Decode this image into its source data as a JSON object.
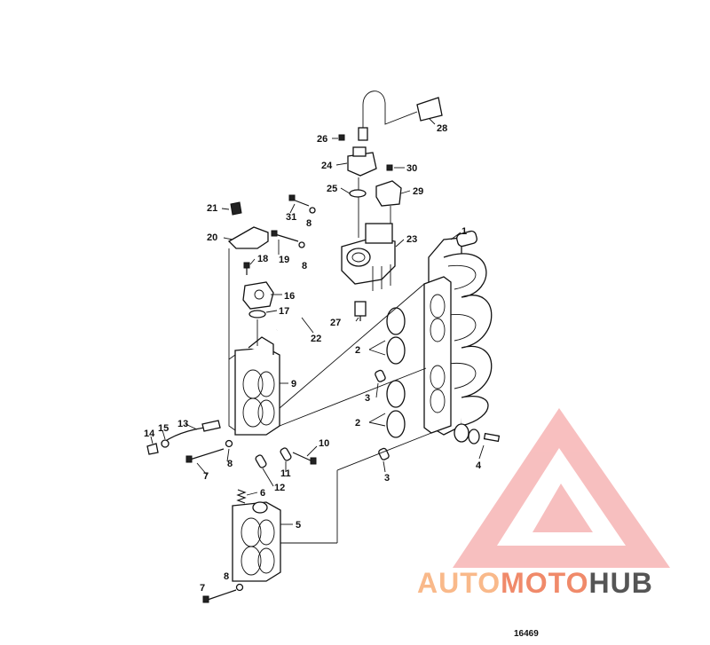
{
  "callouts": [
    "1",
    "2",
    "3",
    "4",
    "5",
    "6",
    "7",
    "8",
    "9",
    "10",
    "11",
    "12",
    "13",
    "14",
    "15",
    "16",
    "17",
    "18",
    "19",
    "20",
    "21",
    "22",
    "23",
    "24",
    "25",
    "26",
    "27",
    "28",
    "29",
    "30",
    "31"
  ],
  "figure_number": "16469",
  "watermark": {
    "part1": "AUTO",
    "part2": "MOTO",
    "part3": "HUB",
    "color_light": "#f9b98a",
    "color_mid": "#f08a6a",
    "color_dark": "#555555",
    "logo_color": "#f28b8b"
  }
}
